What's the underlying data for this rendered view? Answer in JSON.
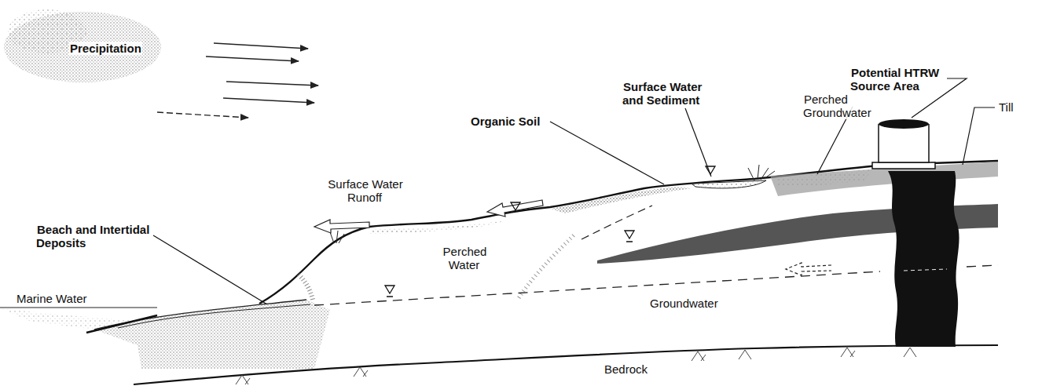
{
  "diagram": {
    "labels": [
      "Precipitation",
      "Potential HTRW Source Area",
      "Surface Water and Sediment",
      "Perched Groundwater",
      "Till",
      "Organic Soil",
      "Surface Water Runoff",
      "Beach and Intertidal Deposits",
      "Perched Water",
      "Marine Water",
      "Groundwater",
      "Bedrock"
    ]
  }
}
